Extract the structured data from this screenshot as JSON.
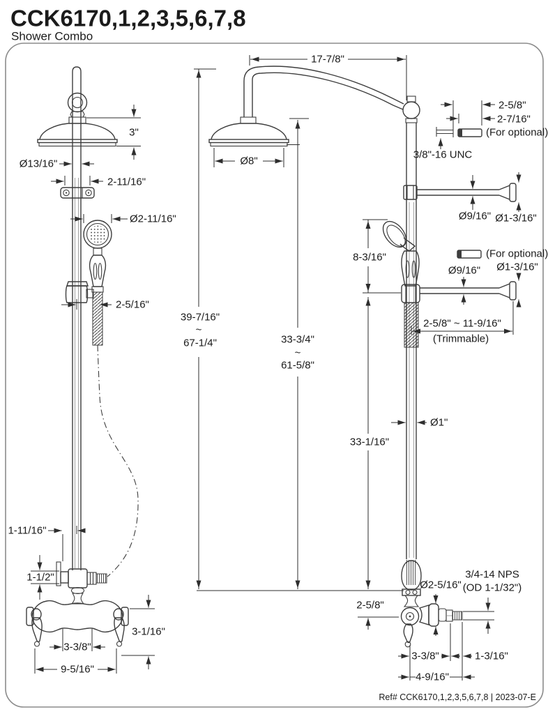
{
  "title": "CCK6170,1,2,3,5,6,7,8",
  "subtitle": "Shower Combo",
  "footer": "Ref# CCK6170,1,2,3,5,6,7,8 | 2023-07-E",
  "colors": {
    "line": "#3d3d3d",
    "dimension": "#2e2e2e",
    "text": "#1b1b1b",
    "border": "#8b8b8b",
    "background": "#ffffff"
  },
  "front_view": {
    "head_height": "3\"",
    "pipe_od": "Ø13/16\"",
    "bracket_width": "2-11/16\"",
    "handshower_od": "Ø2-11/16\"",
    "hose_offset": "2-5/16\"",
    "overall_height_min": "39-7/16\"",
    "approx": "~",
    "overall_height_max": "67-1/4\"",
    "tee_offset": "1-11/16\"",
    "port_height": "1-1/2\"",
    "valve_centers": "3-3/8\"",
    "handle_drop": "3-1/16\"",
    "faucet_width": "9-5/16\""
  },
  "side_view": {
    "arm_reach": "17-7/8\"",
    "head_od": "Ø8\"",
    "riser_height_min": "33-3/4\"",
    "approx": "~",
    "riser_height_max": "61-5/8\"",
    "nipple_len_a": "2-5/8\"",
    "nipple_len_b": "2-7/16\"",
    "for_optional_top": "(For optional)",
    "thread_spec": "3/8\"-16 UNC",
    "bar1_od": "Ø9/16\"",
    "bar1_flange_od": "Ø1-3/16\"",
    "for_optional_mid": "(For optional)",
    "bar2_od": "Ø9/16\"",
    "bar2_flange_od": "Ø1-3/16\"",
    "bar_length_range": "2-5/8\" ~ 11-9/16\"",
    "trimmable": "(Trimmable)",
    "handshower_height": "8-3/16\"",
    "lower_riser": "33-1/16\"",
    "riser_od": "Ø1\"",
    "connector_od": "Ø2-5/16\"",
    "outlet_thread": "3/4-14 NPS",
    "outlet_od": "(OD 1-1/32\")",
    "outlet_drop": "2-5/8\"",
    "outlet_offset_a": "3-3/8\"",
    "outlet_offset_b": "1-3/16\"",
    "outlet_offset_total": "4-9/16\""
  }
}
